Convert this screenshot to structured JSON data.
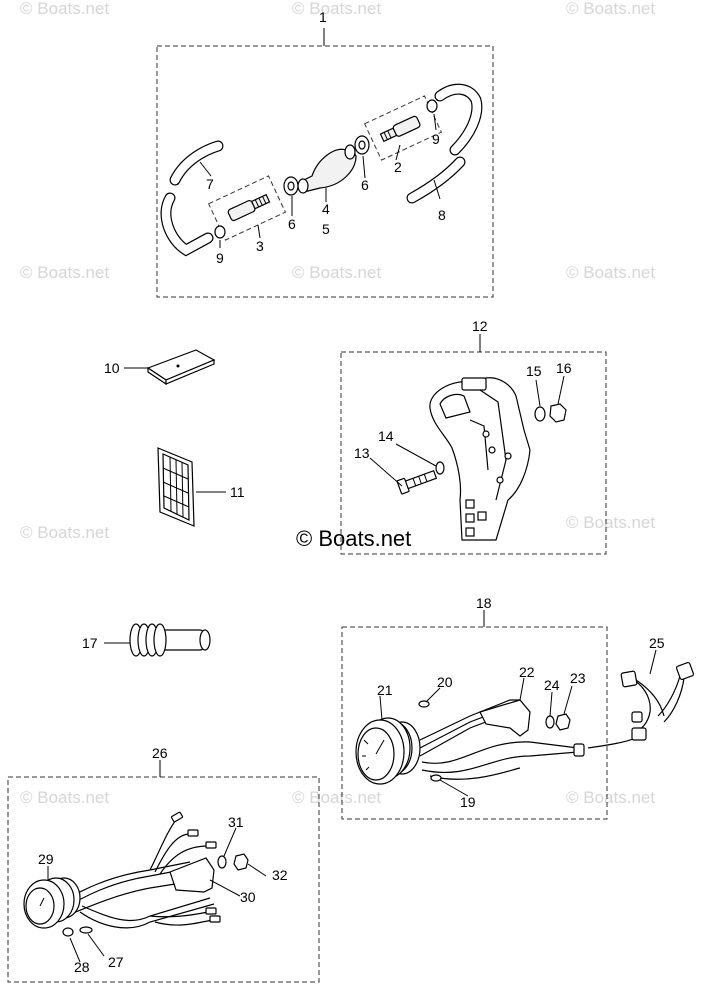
{
  "watermark": {
    "small": "© Boats.net",
    "big": "© Boats.net"
  },
  "callouts": [
    "1",
    "2",
    "3",
    "4",
    "5",
    "6",
    "6",
    "7",
    "8",
    "9",
    "9",
    "10",
    "11",
    "12",
    "13",
    "14",
    "15",
    "16",
    "17",
    "18",
    "19",
    "20",
    "21",
    "22",
    "23",
    "24",
    "25",
    "26",
    "27",
    "28",
    "29",
    "30",
    "31",
    "32"
  ]
}
